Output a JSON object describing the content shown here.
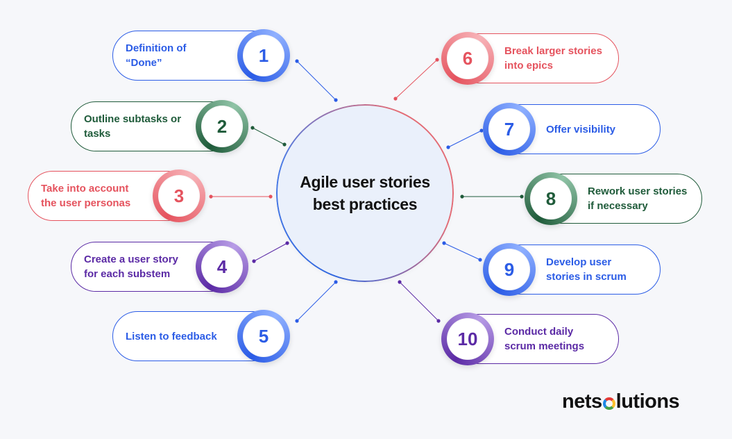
{
  "diagram": {
    "center_title": "Agile user stories best practices",
    "items": [
      {
        "number": "1",
        "label": "Definition of “Done”",
        "color": "#2b5ce6",
        "ring": [
          "#2b5ce6",
          "#8fb0ff"
        ]
      },
      {
        "number": "2",
        "label": "Outline subtasks or tasks",
        "color": "#1f5b3a",
        "ring": [
          "#1f5b3a",
          "#8fc3a6"
        ]
      },
      {
        "number": "3",
        "label": "Take into account the user personas",
        "color": "#e5535e",
        "ring": [
          "#e5535e",
          "#f7b3b8"
        ]
      },
      {
        "number": "4",
        "label": "Create a user story for each substem",
        "color": "#5b2aa5",
        "ring": [
          "#5b2aa5",
          "#b79ce6"
        ]
      },
      {
        "number": "5",
        "label": "Listen to feedback",
        "color": "#2b5ce6",
        "ring": [
          "#2b5ce6",
          "#8fb0ff"
        ]
      },
      {
        "number": "6",
        "label": "Break larger stories into epics",
        "color": "#e5535e",
        "ring": [
          "#e5535e",
          "#f7b3b8"
        ]
      },
      {
        "number": "7",
        "label": "Offer visibility",
        "color": "#2b5ce6",
        "ring": [
          "#2b5ce6",
          "#8fb0ff"
        ]
      },
      {
        "number": "8",
        "label": "Rework user stories if necessary",
        "color": "#1f5b3a",
        "ring": [
          "#1f5b3a",
          "#8fc3a6"
        ]
      },
      {
        "number": "9",
        "label": "Develop user stories in scrum",
        "color": "#2b5ce6",
        "ring": [
          "#2b5ce6",
          "#8fb0ff"
        ]
      },
      {
        "number": "10",
        "label": "Conduct daily scrum meetings",
        "color": "#5b2aa5",
        "ring": [
          "#5b2aa5",
          "#b79ce6"
        ]
      }
    ]
  },
  "logo": {
    "text_pre": "nets",
    "text_post": "lutions"
  }
}
